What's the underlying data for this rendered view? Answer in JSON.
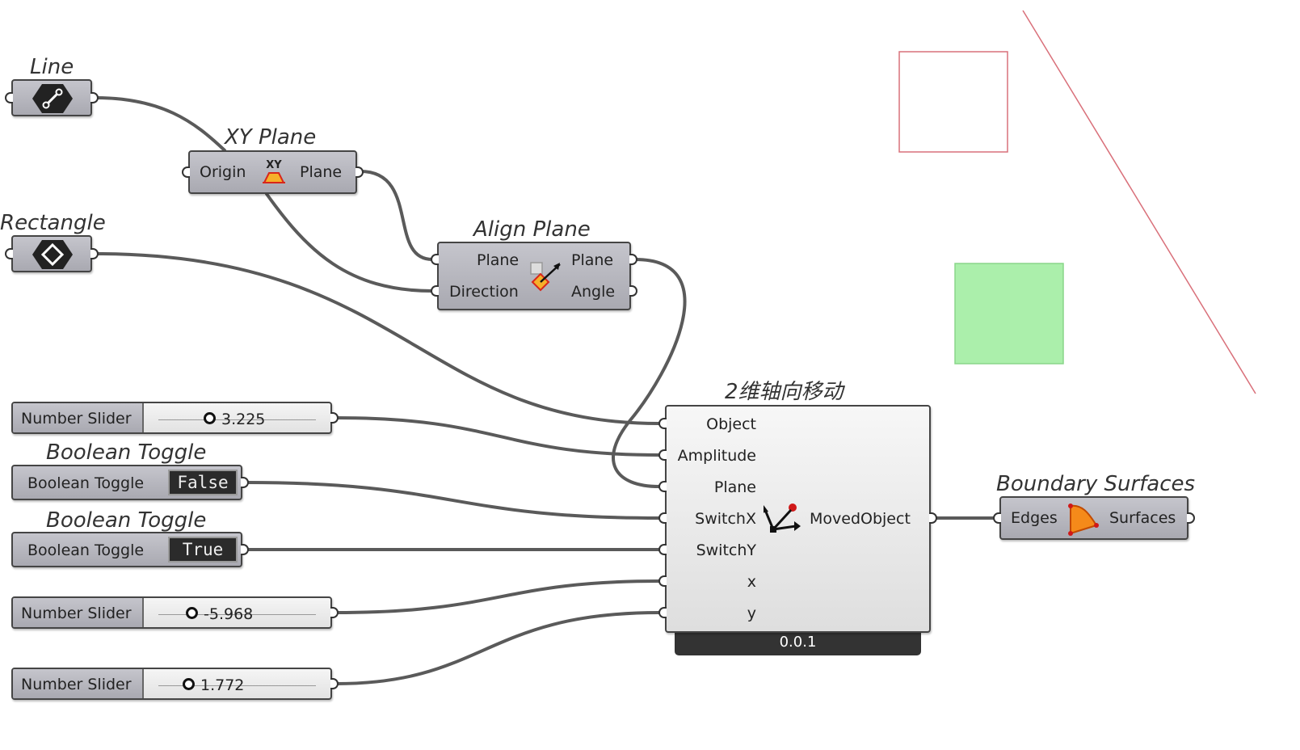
{
  "components": {
    "line": {
      "title": "Line",
      "icon": "line-icon"
    },
    "rectangle": {
      "title": "Rectangle",
      "icon": "rectangle-icon"
    },
    "xy_plane": {
      "title": "XY Plane",
      "input": "Origin",
      "output": "Plane",
      "icon": "xy-plane-icon"
    },
    "align_plane": {
      "title": "Align Plane",
      "inputs": [
        "Plane",
        "Direction"
      ],
      "outputs": [
        "Plane",
        "Angle"
      ],
      "icon": "align-plane-icon"
    },
    "move2d": {
      "title": "2维轴向移动",
      "inputs": [
        "Object",
        "Amplitude",
        "Plane",
        "SwitchX",
        "SwitchY",
        "x",
        "y"
      ],
      "output": "MovedObject",
      "version": "0.0.1",
      "icon": "move-axis-icon"
    },
    "boundary": {
      "title": "Boundary Surfaces",
      "input": "Edges",
      "output": "Surfaces",
      "icon": "boundary-surface-icon"
    }
  },
  "sliders": [
    {
      "label": "Number Slider",
      "value": "3.225"
    },
    {
      "label": "Number Slider",
      "value": "-5.968"
    },
    {
      "label": "Number Slider",
      "value": "1.772"
    }
  ],
  "toggles": [
    {
      "title": "Boolean Toggle",
      "label": "Boolean Toggle",
      "value": "False"
    },
    {
      "title": "Boolean Toggle",
      "label": "Boolean Toggle",
      "value": "True"
    }
  ],
  "preview_colors": {
    "wire": "#5a5a5a",
    "preview_outline": "#d9707a",
    "preview_fill": "#abefab",
    "preview_fill_border": "#8ad68a"
  }
}
